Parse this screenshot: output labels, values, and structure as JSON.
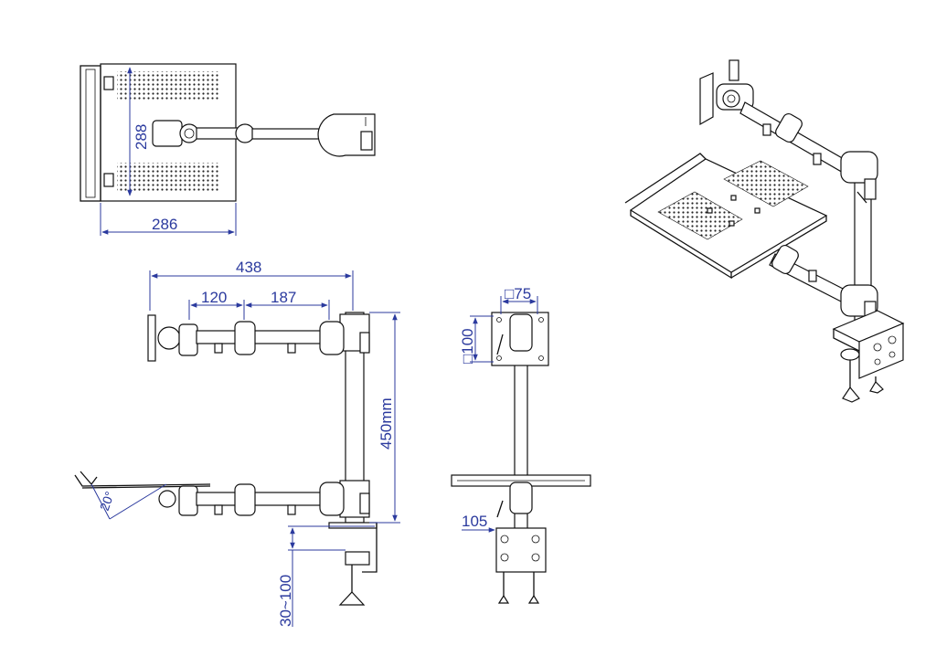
{
  "dimensions": {
    "top_height": "288",
    "top_width": "286",
    "arm_total": "438",
    "arm_seg1": "120",
    "arm_seg2": "187",
    "pole_height": "450mm",
    "tray_angle": "20°",
    "clamp_range": "30~100",
    "vesa_w": "□75",
    "vesa_h": "□100",
    "base_width": "105"
  },
  "colors": {
    "line": "#111111",
    "dimension": "#2b3a9e",
    "background": "#ffffff"
  }
}
